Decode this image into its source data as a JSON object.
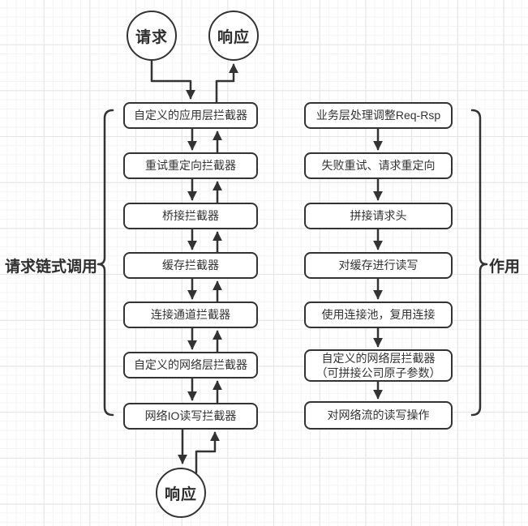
{
  "diagram": {
    "nodes": {
      "request_top": "请求",
      "response_top": "响应",
      "response_bottom": "响应"
    },
    "left_chain": {
      "brace_label": "请求链式调用",
      "items": [
        {
          "label": "自定义的应用层拦截器"
        },
        {
          "label": "重试重定向拦截器"
        },
        {
          "label": "桥接拦截器"
        },
        {
          "label": "缓存拦截器"
        },
        {
          "label": "连接通道拦截器"
        },
        {
          "label": "自定义的网络层拦截器"
        },
        {
          "label": "网络IO读写拦截器"
        }
      ]
    },
    "right_chain": {
      "brace_label": "作用",
      "items": [
        {
          "label": "业务层处理调整Req-Rsp"
        },
        {
          "label": "失败重试、请求重定向"
        },
        {
          "label": "拼接请求头"
        },
        {
          "label": "对缓存进行读写"
        },
        {
          "label": "使用连接池，复用连接"
        },
        {
          "label": "自定义的网络层拦截器",
          "label2": "（可拼接公司原子参数）"
        },
        {
          "label": "对网络流的读写操作"
        }
      ]
    },
    "colors": {
      "stroke": "#333333",
      "box_fill": "#ffffff",
      "grid_minor": "#f4f4f4",
      "grid_major": "#e4e4e4"
    }
  }
}
